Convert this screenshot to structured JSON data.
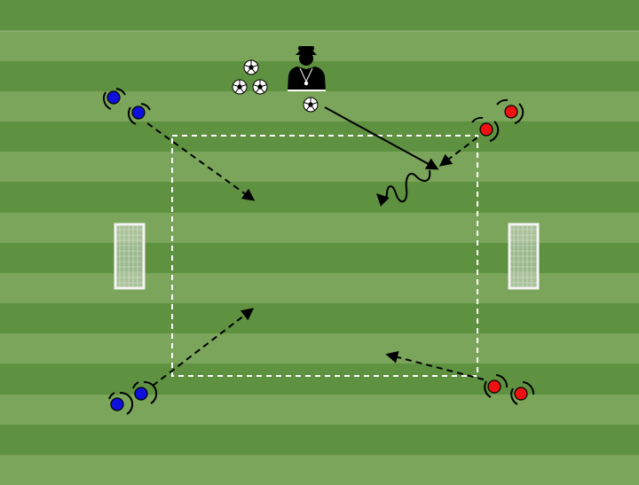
{
  "pitch": {
    "stripe_dark": "#5e9140",
    "stripe_light": "#7aa55a",
    "line_color": "#ffffff"
  },
  "teams": {
    "blue": {
      "color": "#1010dd",
      "count": 4
    },
    "red": {
      "color": "#ee1111",
      "count": 4
    }
  },
  "coach": {
    "icon": "coach-icon",
    "color": "#000000"
  },
  "balls": {
    "icon": "soccer-ball-icon",
    "count": 4
  },
  "goals": {
    "icon": "goal-icon",
    "count": 2
  },
  "markings": {
    "area": "dashed-square",
    "arrows": [
      "dashed-run",
      "dashed-run",
      "dashed-run",
      "dashed-run",
      "pass",
      "dribble"
    ]
  }
}
